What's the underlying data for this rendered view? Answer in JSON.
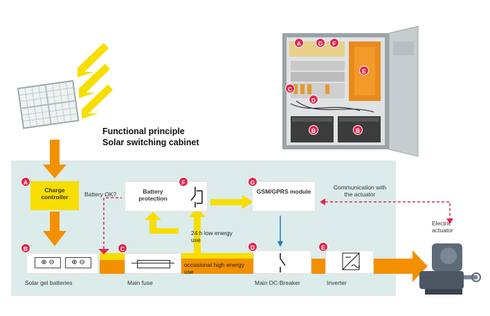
{
  "title": {
    "line1": "Functional principle",
    "line2": "Solar switching cabinet"
  },
  "nodes": {
    "charge_controller": {
      "badge": "A",
      "label": "Charge controller"
    },
    "battery_protection": {
      "badge": "F",
      "label": "Battery protection"
    },
    "gsm_module": {
      "badge": "G",
      "label": "GSM/GPRS module"
    },
    "batteries": {
      "badge": "B",
      "label": "Solar gel batteries"
    },
    "main_fuse": {
      "badge": "C",
      "label": "Main fuse"
    },
    "dc_breaker": {
      "badge": "D",
      "label": "Main DC-Breaker"
    },
    "inverter": {
      "badge": "E",
      "label": "Inverter"
    },
    "actuator": {
      "label": "Electric actuator"
    }
  },
  "edge_labels": {
    "battery_ok": "Battery OK?",
    "communication": "Communication with the actuator",
    "low_energy": "24 h low energy use",
    "high_energy": "occasional high energy use"
  },
  "photo_badges": [
    "A",
    "G",
    "F",
    "E",
    "C",
    "D",
    "B",
    "B"
  ],
  "colors": {
    "panel": "#dbeceb",
    "yellow": "#f7de00",
    "orange": "#f39000",
    "badge": "#e4254e",
    "dashed": "#e4254e",
    "signal": "#1a7fc4"
  }
}
